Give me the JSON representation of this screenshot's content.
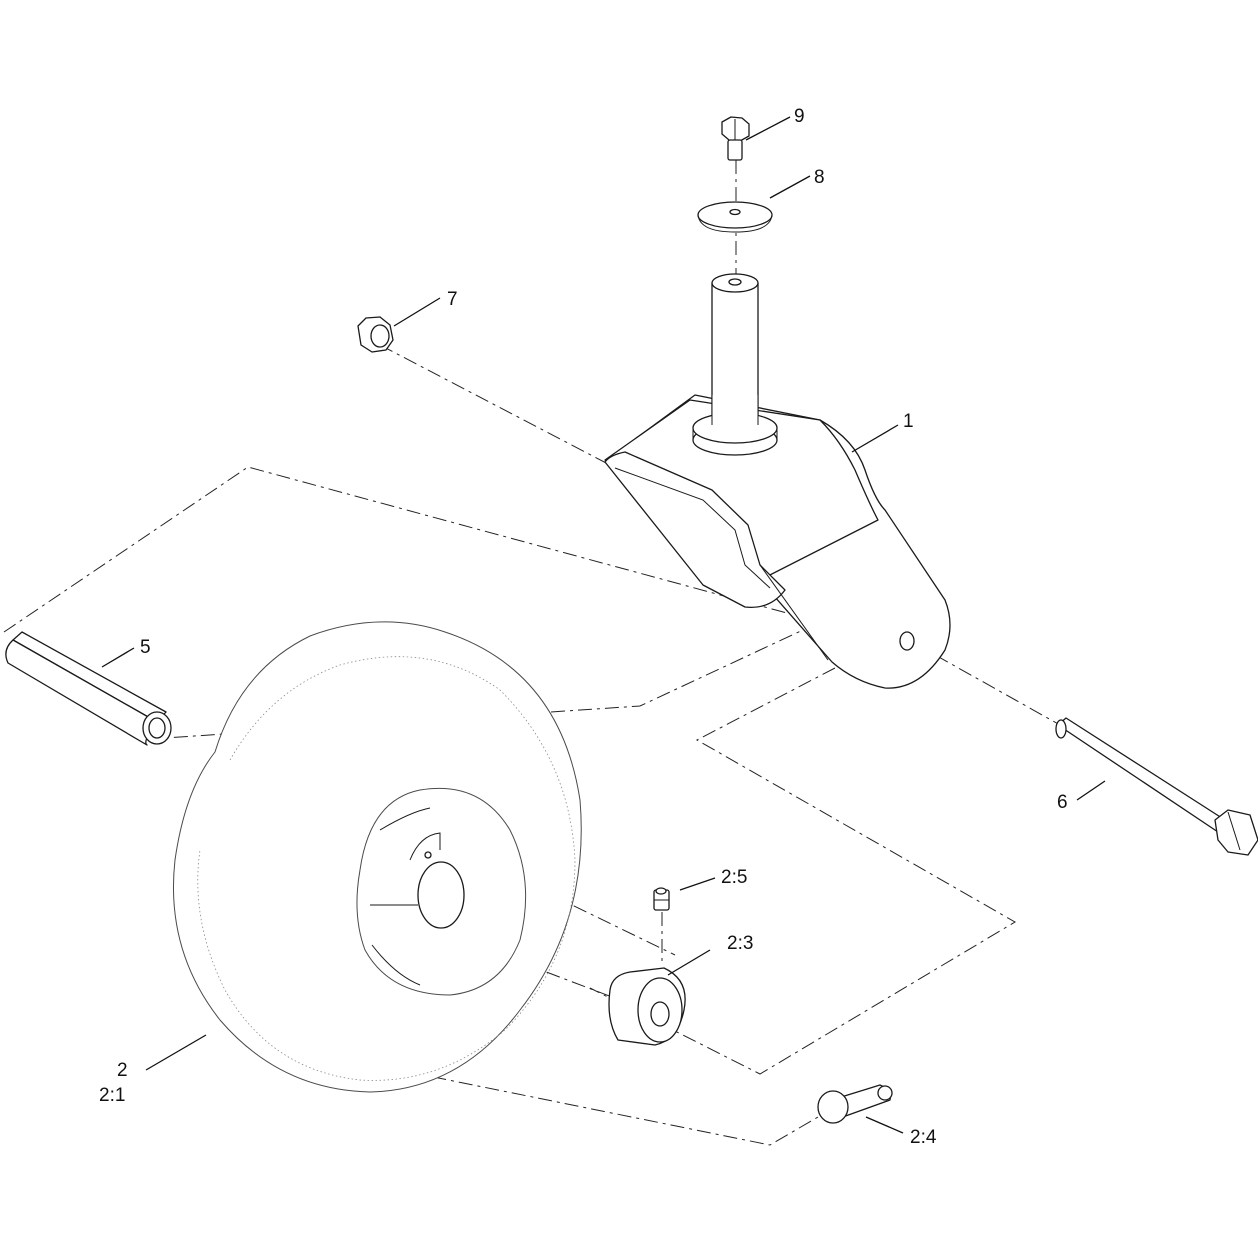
{
  "callouts": {
    "c1": "1",
    "c2": "2",
    "c2_1": "2:1",
    "c2_3": "2:3",
    "c2_4": "2:4",
    "c2_5": "2:5",
    "c5": "5",
    "c6": "6",
    "c7": "7",
    "c8": "8",
    "c9": "9"
  },
  "colors": {
    "line": "#1a1a1a",
    "background": "#ffffff"
  }
}
